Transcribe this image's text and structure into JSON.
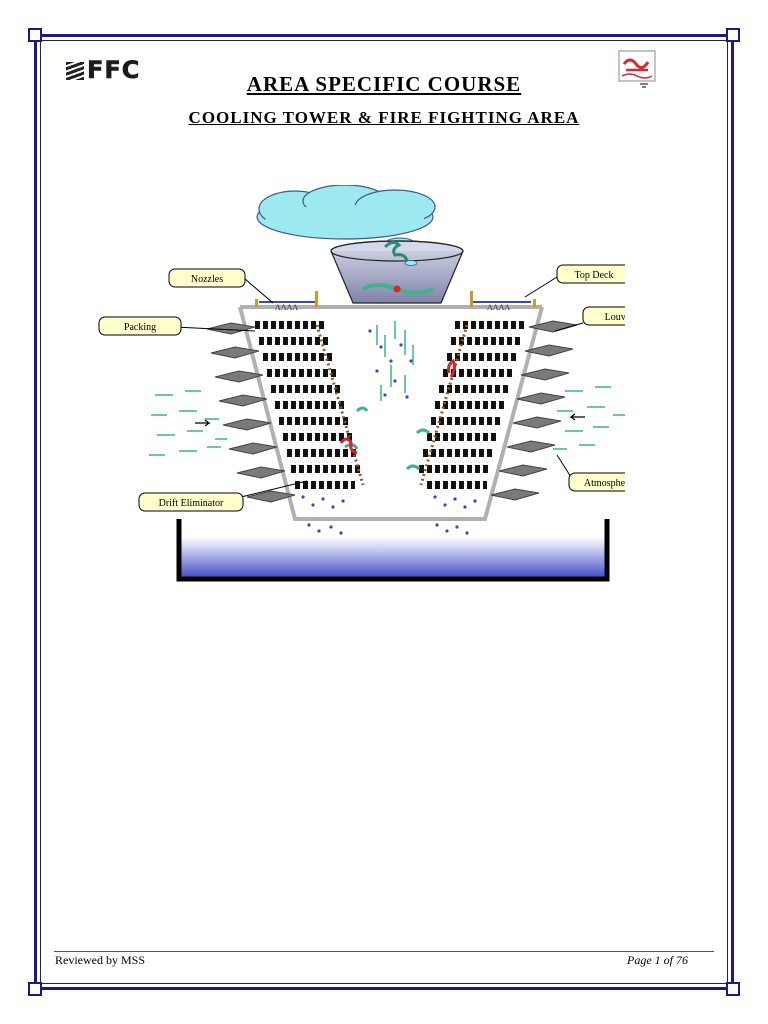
{
  "header": {
    "company_logo_text": "FFC",
    "title": "AREA SPECIFIC COURSE",
    "subtitle": "COOLING TOWER & FIRE FIGHTING AREA"
  },
  "diagram": {
    "labels": {
      "nozzles": "Nozzles",
      "top_deck": "Top Deck",
      "packing": "Packing",
      "louvers": "Louvers",
      "drift_eliminator": "Drift Eliminator",
      "atmosphere_air": "Atmosphere Air"
    },
    "colors": {
      "cloud": "#9ee8ef",
      "water": "#3c46c8",
      "air": "#3cb48c",
      "louver": "#7a7a7a",
      "structure": "#b0b0b0"
    }
  },
  "footer": {
    "reviewed_by": "Reviewed by MSS",
    "page": "Page 1 of 76"
  }
}
